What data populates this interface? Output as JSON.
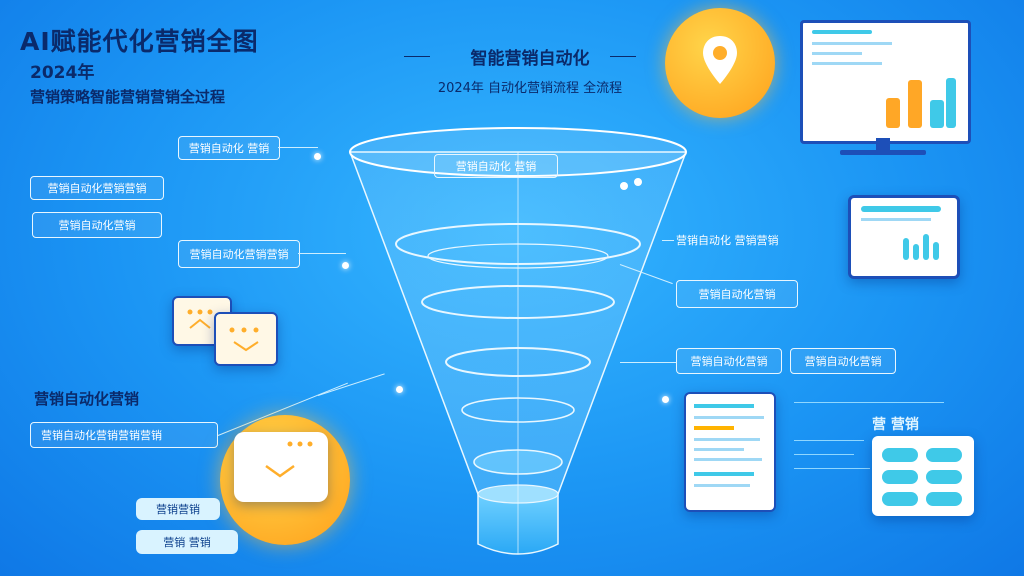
{
  "header": {
    "title": "AI赋能代化营销全图",
    "year": "2024年",
    "subtitle": "营销策略智能营销营销全过程"
  },
  "center_heading": {
    "line1": "智能营销自动化",
    "line2": "2024年 自动化营销流程 全流程"
  },
  "left_tags": [
    "营销自动化 营销",
    "营销自动化营销营销",
    "营销自动化营销",
    "营销自动化营销营销"
  ],
  "left_heading": "营销自动化营销",
  "left_input": "营销自动化营销营销营销",
  "funnel_label": "营销自动化 营销",
  "right_tags": [
    "营销自动化 营销营销",
    "营销自动化营销",
    "营销自动化营销",
    "营销自动化营销"
  ],
  "right_small_heading": "营 营销",
  "bottom_pills": [
    "营销营销",
    "营销 营销"
  ],
  "icons": {
    "location": "location-pin-icon",
    "chat": "chat-bubble-icon",
    "mail": "mail-icon"
  },
  "colors": {
    "accent": "#ffb300",
    "bar_orange": "#ffa726",
    "bar_cyan": "#3fc9e8",
    "dark_blue": "#0b3f8c"
  }
}
